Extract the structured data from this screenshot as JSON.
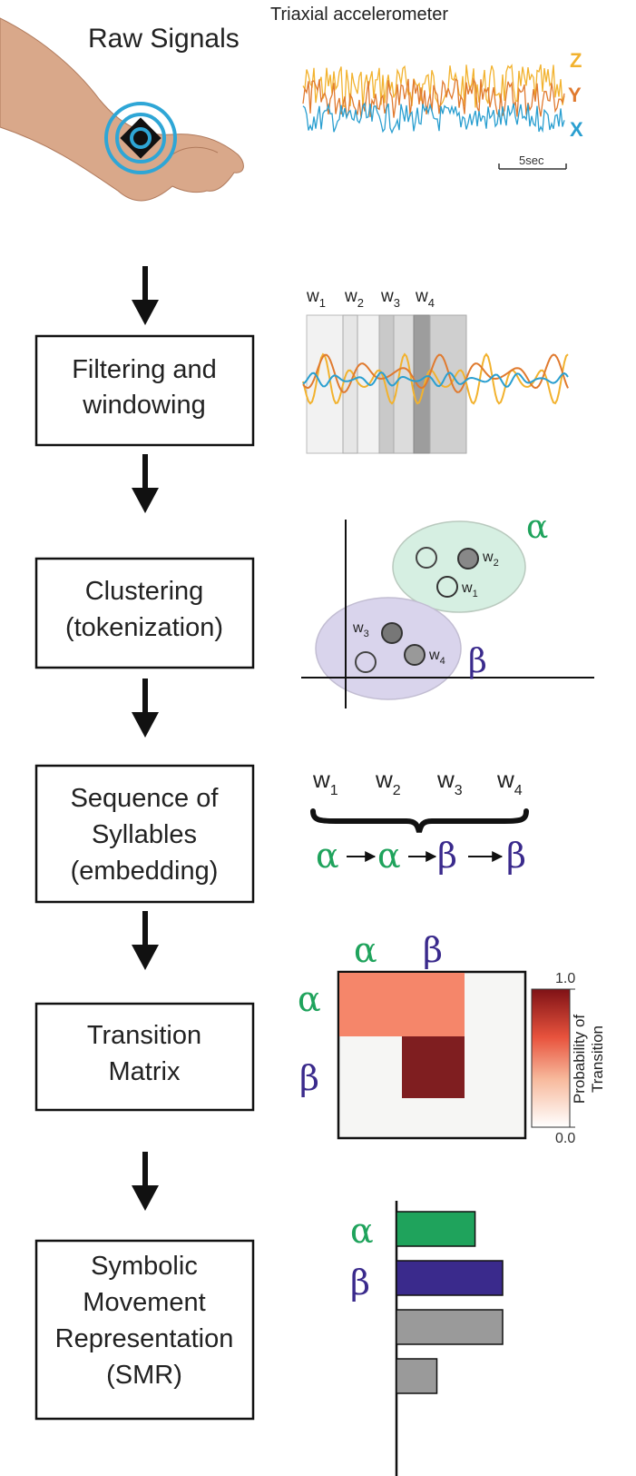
{
  "header": {
    "raw_signals_title": "Raw Signals",
    "sensor_title": "Triaxial accelerometer",
    "axis_z": "Z",
    "axis_y": "Y",
    "axis_x": "X",
    "scale_bar": "5sec"
  },
  "steps": [
    {
      "lines": [
        "Filtering and",
        "windowing"
      ]
    },
    {
      "lines": [
        "Clustering",
        "(tokenization)"
      ]
    },
    {
      "lines": [
        "Sequence of",
        "Syllables",
        "(embedding)"
      ]
    },
    {
      "lines": [
        "Transition",
        "Matrix"
      ]
    },
    {
      "lines": [
        "Symbolic",
        "Movement",
        "Representation",
        "(SMR)"
      ]
    }
  ],
  "windows": {
    "labels": [
      "w",
      "w",
      "w",
      "w"
    ],
    "subscripts": [
      "1",
      "2",
      "3",
      "4"
    ]
  },
  "clusters": {
    "alpha_symbol": "α",
    "beta_symbol": "β",
    "point_labels": [
      "w",
      "w",
      "w",
      "w"
    ],
    "point_subscripts": [
      "2",
      "1",
      "3",
      "4"
    ]
  },
  "sequence": {
    "window_labels": [
      "w",
      "w",
      "w",
      "w"
    ],
    "window_subscripts": [
      "1",
      "2",
      "3",
      "4"
    ],
    "symbols": [
      "α",
      "α",
      "β",
      "β"
    ]
  },
  "matrix": {
    "col_labels": [
      "α",
      "β"
    ],
    "row_labels": [
      "α",
      "β"
    ],
    "colorbar_label_line1": "Probability of",
    "colorbar_label_line2": "Transition",
    "colorbar_max": "1.0",
    "colorbar_min": "0.0"
  },
  "smr": {
    "labels": [
      "α",
      "β"
    ]
  },
  "colors": {
    "alpha": "#1fa35c",
    "beta": "#3a2a8c",
    "sensor_ring": "#2ea6d6",
    "signal_z": "#f2b22e",
    "signal_y": "#e07a2f",
    "signal_x": "#2a9fd0",
    "matrix_light": "#f5866a",
    "matrix_dark": "#7f1e20"
  },
  "chart_data": {
    "type": "bar",
    "categories": [
      "α",
      "β",
      "",
      ""
    ],
    "values": [
      0.74,
      1.0,
      1.0,
      0.38
    ]
  }
}
